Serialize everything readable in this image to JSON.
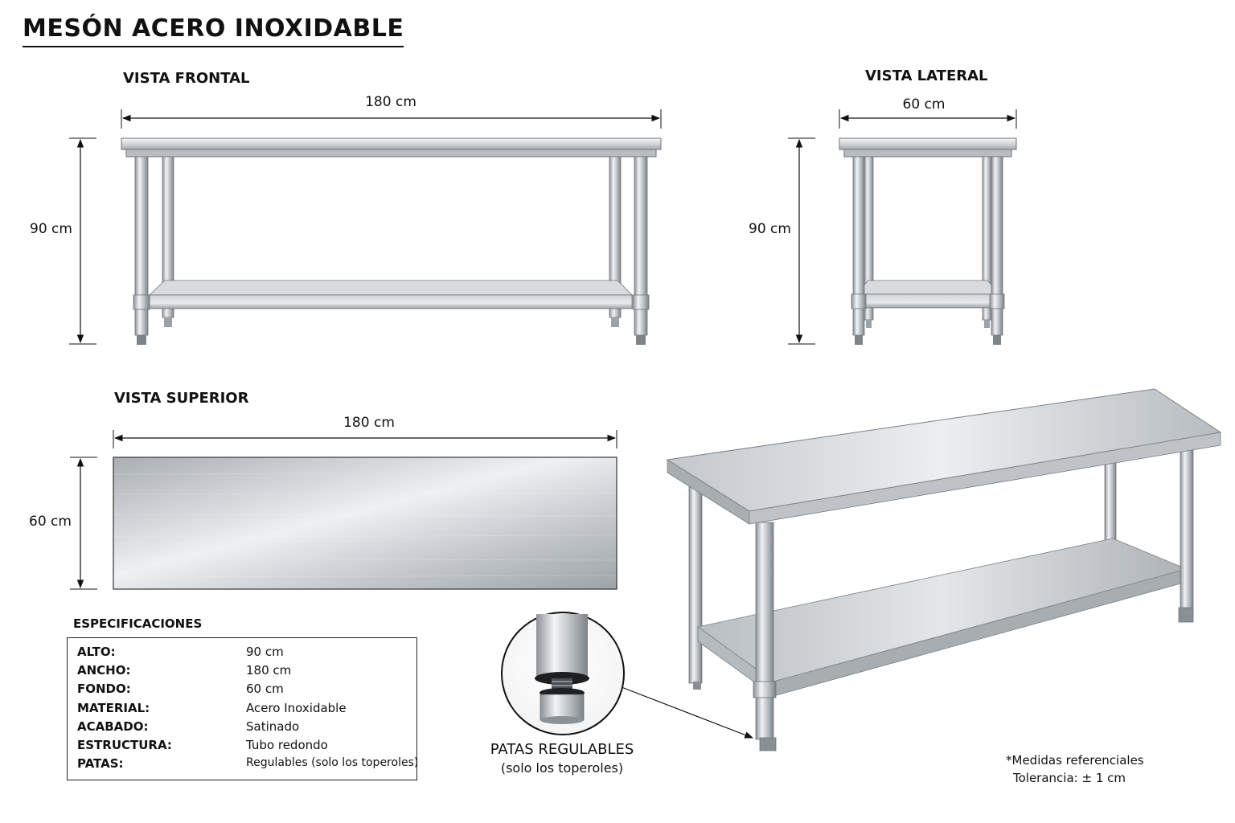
{
  "title": "MESÓN ACERO INOXIDABLE",
  "views": {
    "front": {
      "label": "VISTA FRONTAL",
      "width": "180 cm",
      "height": "90 cm"
    },
    "side": {
      "label": "VISTA LATERAL",
      "width": "60 cm",
      "height": "90 cm"
    },
    "top": {
      "label": "VISTA SUPERIOR",
      "width": "180 cm",
      "depth": "60 cm"
    }
  },
  "specs": {
    "title": "ESPECIFICACIONES",
    "rows": [
      {
        "key": "ALTO:",
        "value": "90 cm"
      },
      {
        "key": "ANCHO:",
        "value": "180 cm"
      },
      {
        "key": "FONDO:",
        "value": "60 cm"
      },
      {
        "key": "MATERIAL:",
        "value": "Acero Inoxidable"
      },
      {
        "key": "ACABADO:",
        "value": "Satinado"
      },
      {
        "key": "ESTRUCTURA:",
        "value": "Tubo redondo"
      },
      {
        "key": "PATAS:",
        "value": "Regulables (solo los toperoles)"
      }
    ]
  },
  "detail": {
    "title": "PATAS REGULABLES",
    "subtitle": "(solo los toperoles)"
  },
  "note": {
    "line1": "*Medidas referenciales",
    "line2": "Tolerancia: ± 1 cm"
  },
  "colors": {
    "steel_light": "#eef0f2",
    "steel_mid": "#c9cdd1",
    "steel_dark": "#8d9297",
    "line": "#111111"
  }
}
